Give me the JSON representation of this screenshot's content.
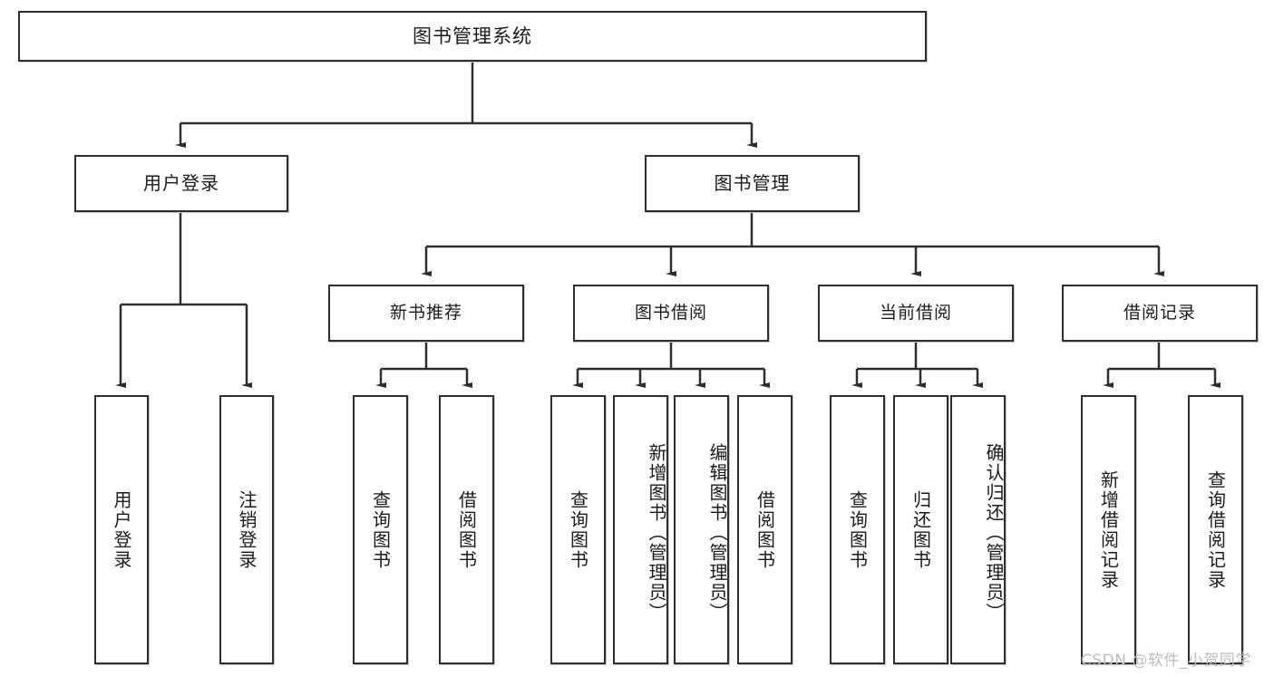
{
  "diagram": {
    "type": "tree-hierarchy",
    "title": "图书管理系统",
    "watermark": "CSDN @软件_小贺同学",
    "colors": {
      "stroke": "#2e2e2e",
      "fill": "#ffffff",
      "text": "#1a1a1a",
      "watermark": "#bdbdbd"
    },
    "nodes": {
      "root": {
        "label": "图书管理系统"
      },
      "level1": [
        {
          "id": "user-login",
          "label": "用户登录"
        },
        {
          "id": "book-manage",
          "label": "图书管理"
        }
      ],
      "level2": [
        {
          "id": "new-book-recommend",
          "label": "新书推荐",
          "parent": "book-manage"
        },
        {
          "id": "book-borrow",
          "label": "图书借阅",
          "parent": "book-manage"
        },
        {
          "id": "current-borrow",
          "label": "当前借阅",
          "parent": "book-manage"
        },
        {
          "id": "borrow-record",
          "label": "借阅记录",
          "parent": "book-manage"
        }
      ],
      "leaves": [
        {
          "id": "leaf-user-login",
          "label": "用户登录",
          "parent": "user-login"
        },
        {
          "id": "leaf-user-logout",
          "label": "注销登录",
          "parent": "user-login"
        },
        {
          "id": "leaf-query-book-1",
          "label": "查询图书",
          "parent": "new-book-recommend"
        },
        {
          "id": "leaf-borrow-book-1",
          "label": "借阅图书",
          "parent": "new-book-recommend"
        },
        {
          "id": "leaf-query-book-2",
          "label": "查询图书",
          "parent": "book-borrow"
        },
        {
          "id": "leaf-add-book",
          "label": "新增图书（管理员）",
          "parent": "book-borrow"
        },
        {
          "id": "leaf-edit-book",
          "label": "编辑图书（管理员）",
          "parent": "book-borrow"
        },
        {
          "id": "leaf-borrow-book-2",
          "label": "借阅图书",
          "parent": "book-borrow"
        },
        {
          "id": "leaf-query-book-3",
          "label": "查询图书",
          "parent": "current-borrow"
        },
        {
          "id": "leaf-return-book",
          "label": "归还图书",
          "parent": "current-borrow"
        },
        {
          "id": "leaf-confirm-return",
          "label": "确认归还（管理员）",
          "parent": "current-borrow"
        },
        {
          "id": "leaf-add-record",
          "label": "新增借阅记录",
          "parent": "borrow-record"
        },
        {
          "id": "leaf-query-record",
          "label": "查询借阅记录",
          "parent": "borrow-record"
        }
      ]
    }
  }
}
